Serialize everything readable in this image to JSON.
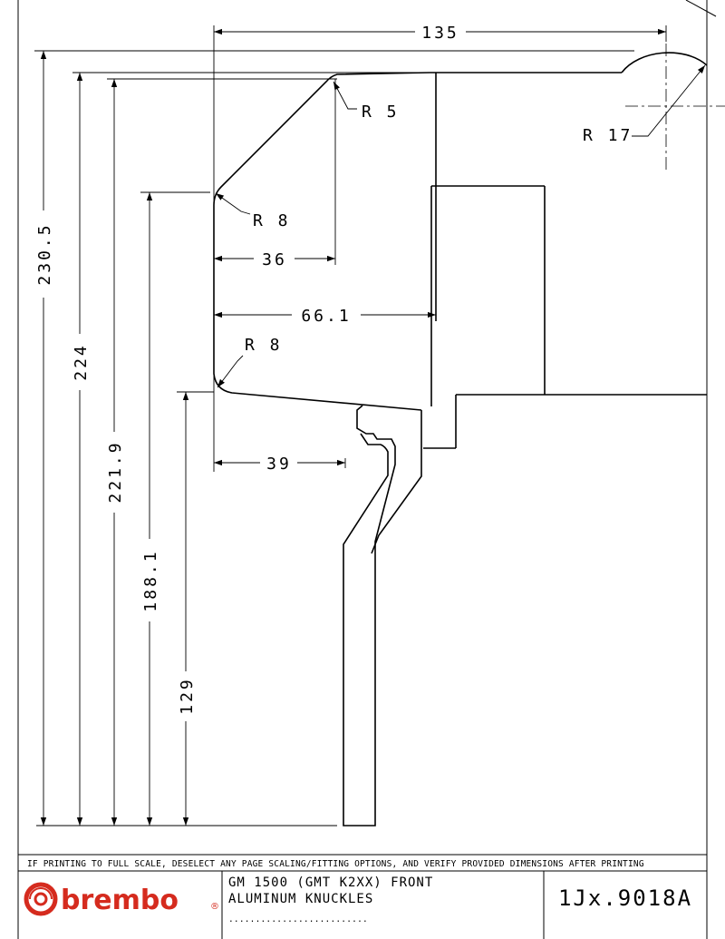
{
  "dimensions": {
    "d135": "135",
    "r5": "R 5",
    "r17": "R 17",
    "r8_top": "R 8",
    "d36": "36",
    "d66": "66.1",
    "r8_bottom": "R 8",
    "d39": "39",
    "d230": "230.5",
    "d224": "224",
    "d221": "221.9",
    "d188": "188.1",
    "d129": "129"
  },
  "title_block": {
    "notice": "IF PRINTING TO FULL SCALE, DESELECT ANY PAGE SCALING/FITTING OPTIONS, AND VERIFY PROVIDED DIMENSIONS AFTER PRINTING",
    "brand": "brembo",
    "registered": "®",
    "description_line1": "GM 1500 (GMT K2XX) FRONT",
    "description_line2": "ALUMINUM KNUCKLES",
    "dots": "..........................",
    "part_number": "1Jx.9018A"
  },
  "colors": {
    "line": "#000000",
    "brand_red": "#d52b1e"
  }
}
